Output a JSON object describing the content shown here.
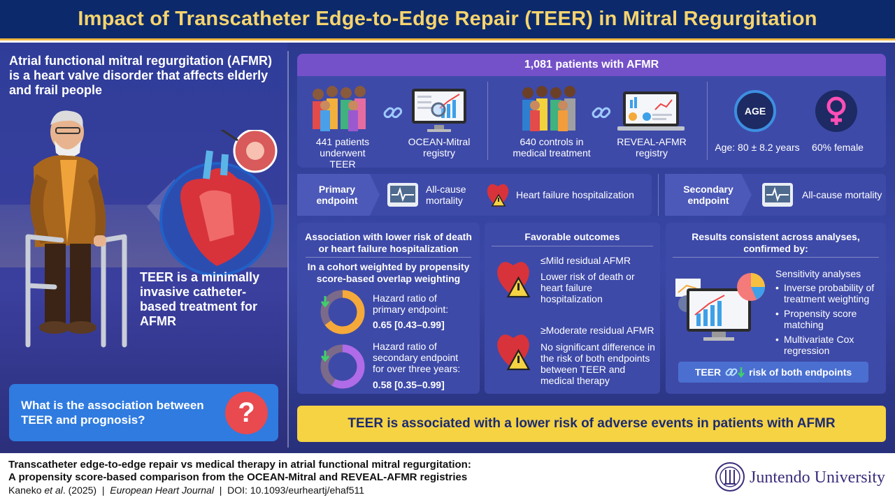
{
  "title": "Impact of Transcatheter Edge-to-Edge Repair (TEER) in Mitral Regurgitation",
  "left": {
    "intro": "Atrial functional mitral regurgitation (AFMR) is a heart valve disorder that affects elderly and frail people",
    "teer_desc": "TEER is a minimally invasive catheter-based treatment for AFMR",
    "question": "What is the association between TEER and prognosis?",
    "question_mark": "?"
  },
  "population": {
    "header": "1,081 patients with AFMR",
    "teer_group": "441 patients underwent TEER",
    "teer_registry": "OCEAN-Mitral registry",
    "control_group": "640 controls in medical treatment",
    "control_registry": "REVEAL-AFMR registry",
    "age_badge": "AGE",
    "age": "Age: 80 ± 8.2 years",
    "female": "60% female"
  },
  "endpoints": {
    "primary_label": "Primary endpoint",
    "primary_1": "All-cause mortality",
    "primary_2": "Heart failure hospitalization",
    "secondary_label": "Secondary endpoint",
    "secondary_1": "All-cause mortality"
  },
  "association": {
    "header": "Association with lower risk of death or heart failure hospitalization",
    "subheader": "In a cohort weighted by propensity score-based overlap weighting",
    "hr1_label": "Hazard ratio of primary endpoint:",
    "hr1_value": "0.65 [0.43–0.99]",
    "hr2_label": "Hazard ratio of secondary endpoint for over three years:",
    "hr2_value": "0.58 [0.35–0.99]"
  },
  "outcomes": {
    "header": "Favorable outcomes",
    "mild_title": "≤Mild residual AFMR",
    "mild_text": "Lower risk of death or heart failure hospitalization",
    "moderate_title": "≥Moderate residual AFMR",
    "moderate_text": "No significant difference in the risk of both endpoints between TEER and medical therapy"
  },
  "consistency": {
    "header": "Results consistent across analyses, confirmed by:",
    "sens_title": "Sensitivity analyses",
    "items": [
      "Inverse probability of treatment weighting",
      "Propensity score matching",
      "Multivariate Cox regression"
    ],
    "badge_left": "TEER",
    "badge_right": "risk of both endpoints"
  },
  "conclusion": "TEER is associated with a lower risk of adverse events in patients with AFMR",
  "footer": {
    "line1": "Transcatheter edge-to-edge repair vs medical therapy in atrial functional mitral regurgitation:",
    "line2": "A propensity score-based comparison from the OCEAN-Mitral and REVEAL-AFMR registries",
    "authors": "Kaneko ",
    "etal": "et al",
    "year": ". (2025)  |  ",
    "journal": "European Heart Journal",
    "doi": "  |  DOI: 10.1093/eurheartj/ehaf511",
    "university": "Juntendo University"
  },
  "colors": {
    "navy": "#0c2a6b",
    "gold": "#f6d46e",
    "panel": "#3e4aa8",
    "purple": "#7451c8",
    "orange": "#f4a93a",
    "violet": "#b06be8",
    "yellow": "#f5d343"
  }
}
